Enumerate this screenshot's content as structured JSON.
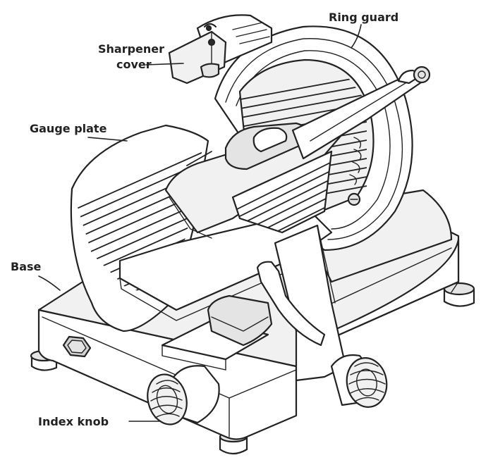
{
  "labels": {
    "ring_guard": "Ring guard",
    "sharpener_line1": "Sharpener",
    "sharpener_line2": "cover",
    "gauge_plate": "Gauge plate",
    "base": "Base",
    "index_knob": "Index knob"
  }
}
